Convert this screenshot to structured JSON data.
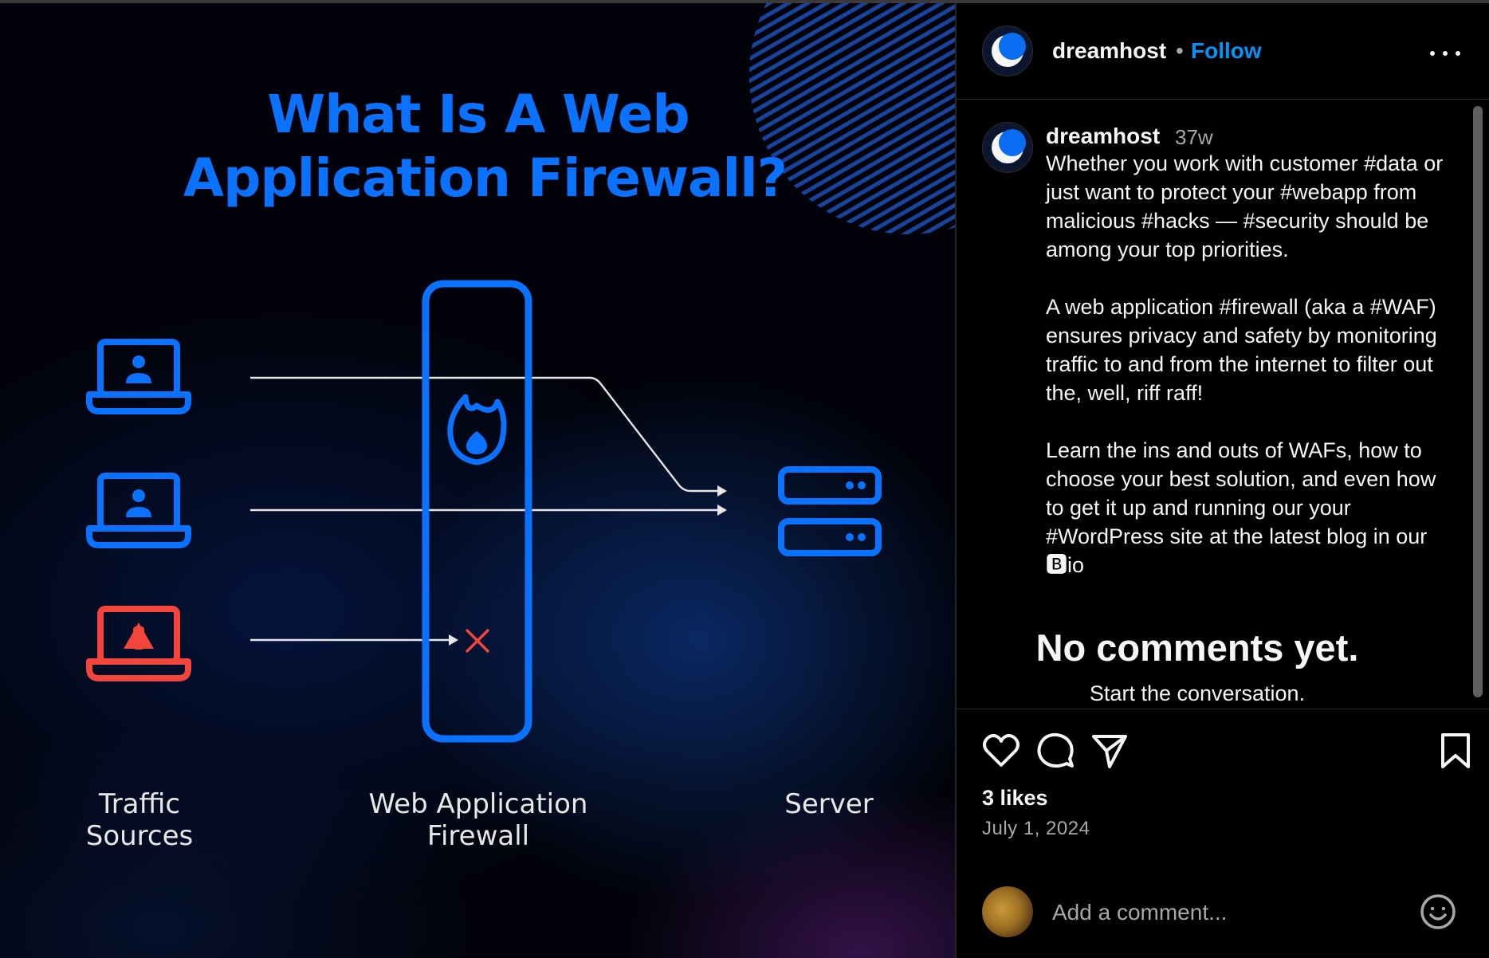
{
  "media": {
    "title_lines": [
      "What Is A Web",
      "Application Firewall?"
    ],
    "labels": {
      "traffic": [
        "Traffic",
        "Sources"
      ],
      "firewall": [
        "Web Application",
        "Firewall"
      ],
      "server": "Server"
    },
    "colors": {
      "brand_blue": "#0a72ff",
      "alert_red": "#f2453c"
    },
    "icons": [
      "laptop-user-icon",
      "laptop-user-icon",
      "laptop-warning-icon",
      "flame-icon",
      "blocked-x-icon",
      "server-icon"
    ]
  },
  "post": {
    "username": "dreamhost",
    "separator": "•",
    "follow_label": "Follow",
    "more_icon": "more-icon",
    "caption": {
      "username": "dreamhost",
      "time": "37w",
      "text": "Whether you work with customer #data or just want to protect your #webapp from malicious #hacks — #security should be among your top priorities.\n\nA web application #firewall (aka a #WAF) ensures privacy and safety by monitoring traffic to and from the internet to filter out the, well, riff raff!\n\nLearn the ins and outs of WAFs, how to choose your best solution, and even how to get it up and running our your #WordPress site at the latest blog in our 🅱io"
    },
    "empty_comments": {
      "title": "No comments yet.",
      "subtitle": "Start the conversation."
    },
    "actions": [
      "heart-icon",
      "comment-icon",
      "share-icon",
      "bookmark-icon"
    ],
    "likes": "3 likes",
    "date": "July 1, 2024",
    "comment_placeholder": "Add a comment...",
    "colors": {
      "link": "#0095f6",
      "muted": "#a8a8a8",
      "divider": "#262626"
    }
  }
}
